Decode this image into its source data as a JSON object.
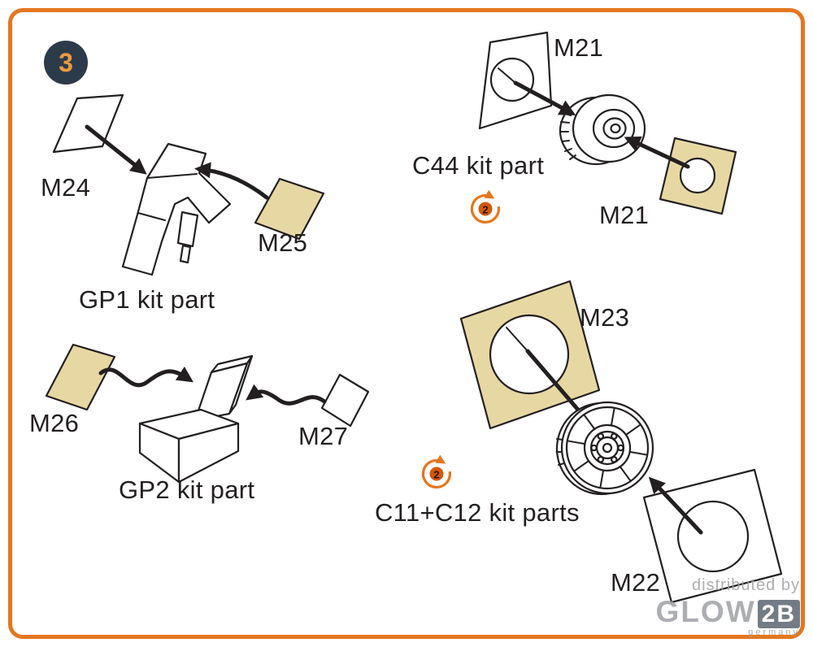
{
  "step_badge": {
    "number": "3"
  },
  "labels": {
    "m24": "M24",
    "m25": "M25",
    "gp1_caption": "GP1 kit part",
    "m26": "M26",
    "m27": "M27",
    "gp2_caption": "GP2 kit part",
    "m21_top": "M21",
    "c44_caption": "C44 kit part",
    "m21_right": "M21",
    "m23": "M23",
    "c11_caption": "C11+C12 kit parts",
    "m22": "M22"
  },
  "repeat": {
    "c44": "2",
    "c11": "2"
  },
  "watermark": {
    "prefix": "distributed by",
    "brand": "GLOW",
    "brand_suffix": "2B",
    "country": "germany"
  },
  "colors": {
    "frame": "#E4771F",
    "mask_tan": "#E7D8A3",
    "line": "#231F20",
    "badge_bg": "#2C3B4A",
    "badge_text": "#ED9B40",
    "rot_ring": "#E4771F",
    "rot_disc": "#D2580A",
    "rot_text": "#26140A",
    "watermark": "#9FA1A4",
    "wm_box": "#5B6670"
  }
}
